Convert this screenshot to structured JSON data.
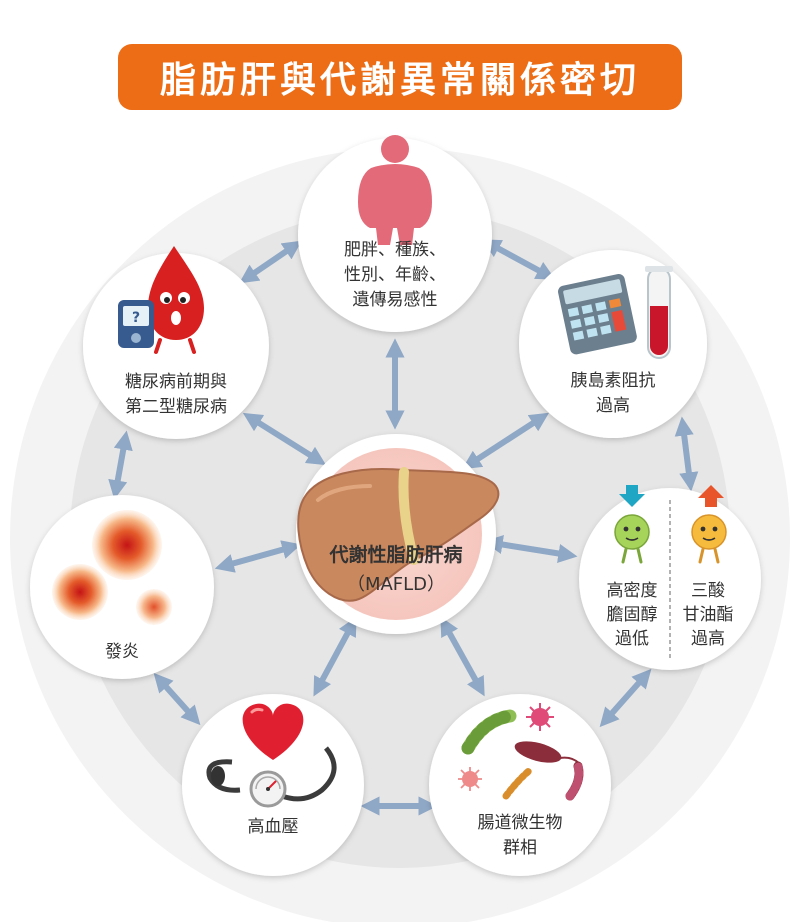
{
  "title": "脂肪肝與代謝異常關係密切",
  "center": {
    "line1": "代謝性脂肪肝病",
    "line2": "（MAFLD）",
    "icon": "liver-icon"
  },
  "factors": [
    {
      "id": "obesity",
      "icon": "body-silhouette-icon",
      "lines": [
        "肥胖、種族、",
        "性別、年齡、",
        "遺傳易感性"
      ]
    },
    {
      "id": "insulin",
      "icon": "calculator-test-tube-icon",
      "lines": [
        "胰島素阻抗",
        "過高"
      ]
    },
    {
      "id": "lipids",
      "icon": "cholesterol-characters-icon",
      "left": {
        "lines": [
          "高密度",
          "膽固醇",
          "過低"
        ],
        "arrow": "down"
      },
      "right": {
        "lines": [
          "三酸",
          "甘油酯",
          "過高"
        ],
        "arrow": "up"
      }
    },
    {
      "id": "gut",
      "icon": "bacteria-icon",
      "lines": [
        "腸道微生物",
        "群相"
      ]
    },
    {
      "id": "bp",
      "icon": "heart-gauge-icon",
      "lines": [
        "高血壓"
      ]
    },
    {
      "id": "inflammation",
      "icon": "inflammation-spots-icon",
      "lines": [
        "發炎"
      ]
    },
    {
      "id": "diabetes",
      "icon": "blood-drop-glucometer-icon",
      "lines": [
        "糖尿病前期與",
        "第二型糖尿病"
      ],
      "meter_label": "?"
    }
  ],
  "colors": {
    "title_bg": "#ec6d16",
    "ring_outer": "#f2f2f2",
    "ring_inner": "#e4e4e4",
    "arrow": "#8fa8c6",
    "liver": "#c9885e",
    "text": "#333333"
  }
}
